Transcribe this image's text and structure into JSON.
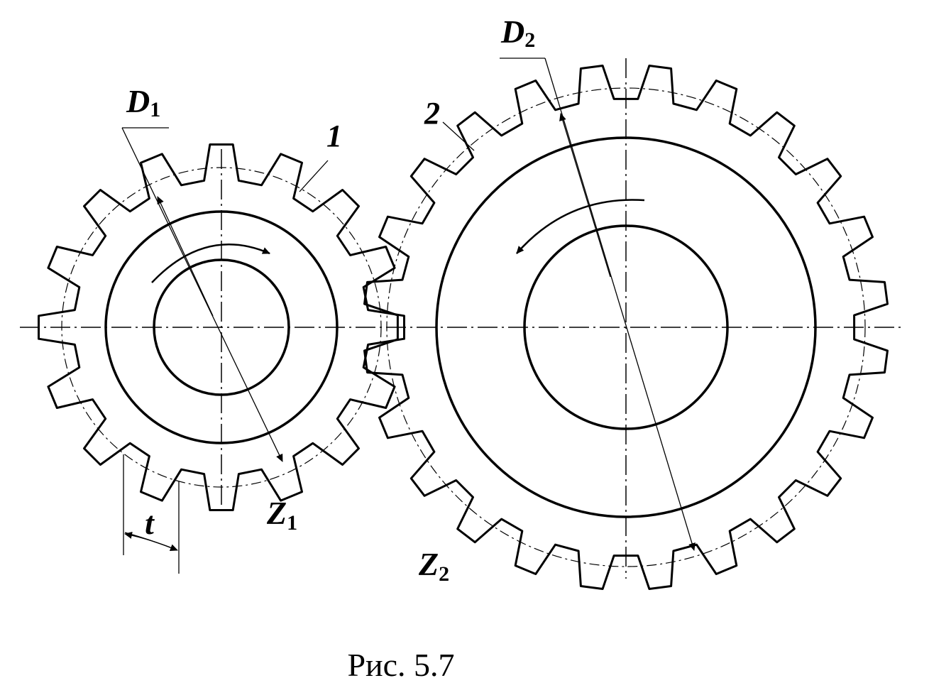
{
  "labels": {
    "d1_letter": "D",
    "d1_sub": "1",
    "d2_letter": "D",
    "d2_sub": "2",
    "gear1_number": "1",
    "gear2_number": "2",
    "z1_letter": "Z",
    "z1_sub": "1",
    "z2_letter": "Z",
    "z2_sub": "2",
    "pitch": "t"
  },
  "caption": "Рис. 5.7",
  "colors": {
    "ink": "#000000",
    "background": "#ffffff"
  },
  "gears": [
    {
      "name": "gear-1",
      "teeth": 16
    },
    {
      "name": "gear-2",
      "teeth": 24
    }
  ]
}
